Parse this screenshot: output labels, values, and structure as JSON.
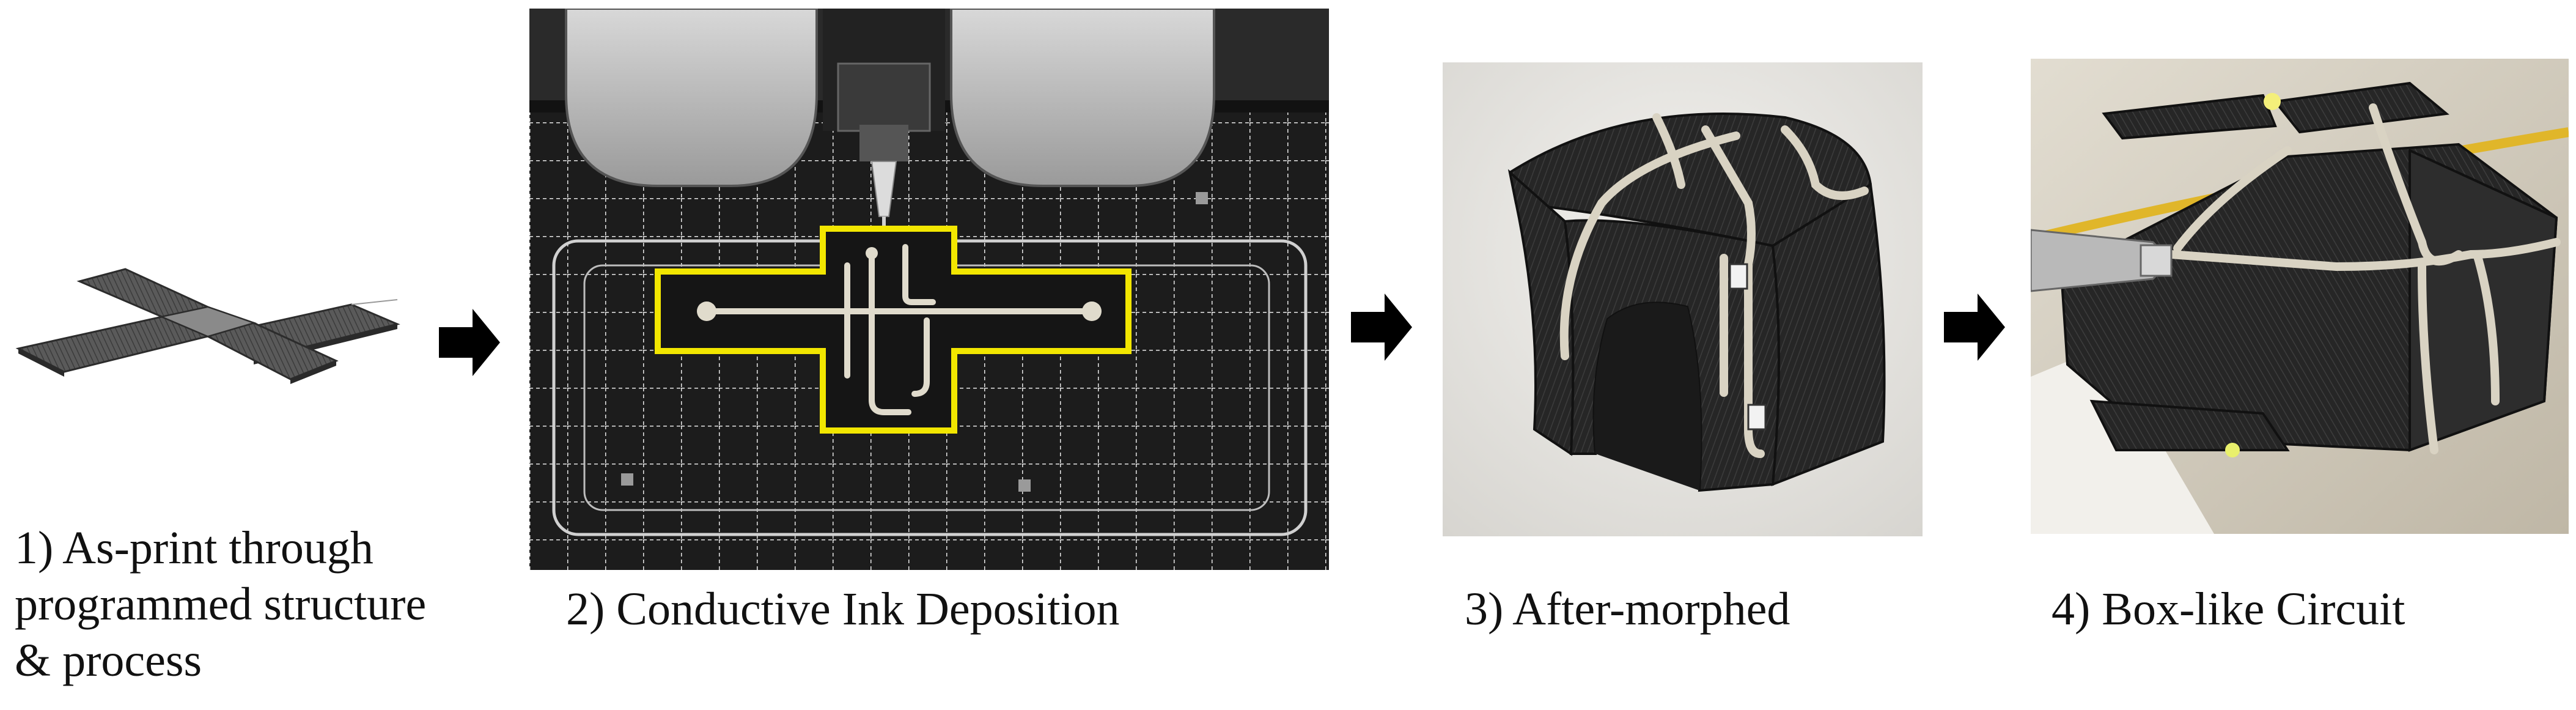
{
  "colors": {
    "arrow": "#000000",
    "outline_highlight": "#f2e600",
    "conductive_trace": "#d9d3c3",
    "printed_material": "#2a2a2a"
  },
  "steps": [
    {
      "caption": "1) As-print through\nprogrammed structure\n& process",
      "image_icon": "flat-cross-print-image"
    },
    {
      "caption": "2) Conductive Ink Deposition",
      "image_icon": "ink-deposition-printer-photo"
    },
    {
      "caption": "3) After-morphed",
      "image_icon": "morphed-arch-photo"
    },
    {
      "caption": "4) Box-like Circuit",
      "image_icon": "box-circuit-photo"
    }
  ],
  "arrows": [
    {
      "icon": "right-arrow-icon"
    },
    {
      "icon": "right-arrow-icon"
    },
    {
      "icon": "right-arrow-icon"
    }
  ]
}
